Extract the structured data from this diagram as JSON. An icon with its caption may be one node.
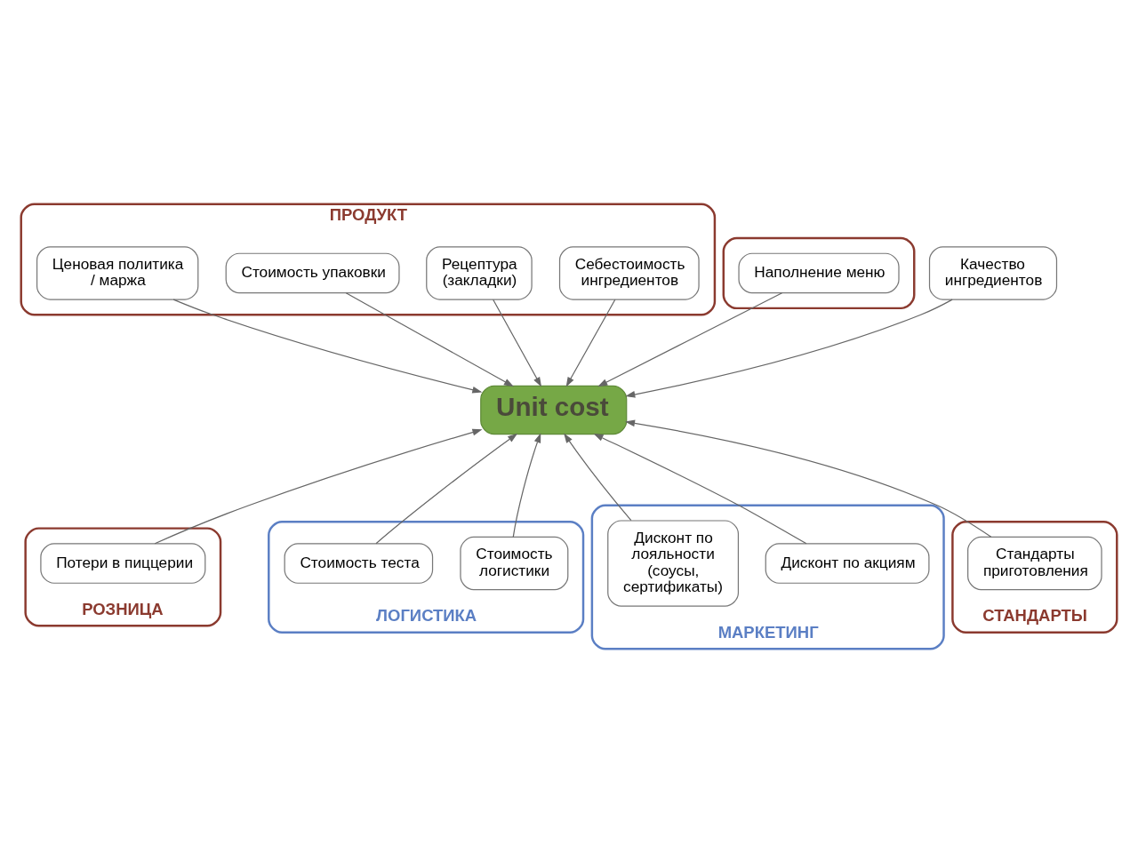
{
  "diagram": {
    "nodes": [
      {
        "text": [
          "ПРОДУКТ"
        ]
      },
      {
        "text": [],
        "shape": "box"
      },
      {
        "text": [
          "Качество ингредиентов"
        ]
      },
      {
        "text": [
          "Себестоимость ингредиентов"
        ],
        "in": 0
      },
      {
        "text": [
          "Рецептура (закладки)"
        ],
        "in": 0
      },
      {
        "text": [
          "Стоимость упаковки"
        ],
        "in": 0
      },
      {
        "text": [
          "Ценовая политика / маржа"
        ],
        "in": 0
      },
      {
        "text": [
          "Наполнение меню"
        ],
        "in": 1
      },
      {
        "text": [
          "Unit cost"
        ]
      },
      {
        "text": [
          "РОЗНИЦА"
        ]
      },
      {
        "text": [
          "Потери в пиццерии"
        ],
        "in": 9
      },
      {
        "text": [
          "ЛОГИСТИКА"
        ]
      },
      {
        "text": [
          "Стоимость логистики"
        ],
        "in": 11
      },
      {
        "text": [
          "Стоимость теста"
        ],
        "in": 11
      },
      {
        "text": [
          "МАРКЕТИНГ"
        ]
      },
      {
        "text": [
          "Дисконт по акциям"
        ],
        "in": 14
      },
      {
        "text": [
          "Дисконт по лояльности (соусы, сертификаты)"
        ],
        "in": 14
      },
      {
        "text": [
          "СТАНДАРТЫ"
        ]
      },
      {
        "text": [
          "Стандарты приготовления"
        ],
        "in": 17
      }
    ],
    "edges": [
      {
        "from": 2,
        "to": 8,
        "arrow": "to"
      },
      {
        "from": 3,
        "to": 8,
        "arrow": "to"
      },
      {
        "from": 4,
        "to": 8,
        "arrow": "to"
      },
      {
        "from": 5,
        "to": 8,
        "arrow": "to"
      },
      {
        "from": 6,
        "to": 8,
        "arrow": "to"
      },
      {
        "from": 7,
        "to": 8,
        "arrow": "to"
      },
      {
        "from": 10,
        "to": 8,
        "arrow": "to"
      },
      {
        "from": 12,
        "to": 8,
        "arrow": "to"
      },
      {
        "from": 13,
        "to": 8,
        "arrow": "to"
      },
      {
        "from": 15,
        "to": 8,
        "arrow": "to"
      },
      {
        "from": 16,
        "to": 8,
        "arrow": "to"
      },
      {
        "from": 18,
        "to": 8,
        "arrow": "to"
      }
    ]
  }
}
